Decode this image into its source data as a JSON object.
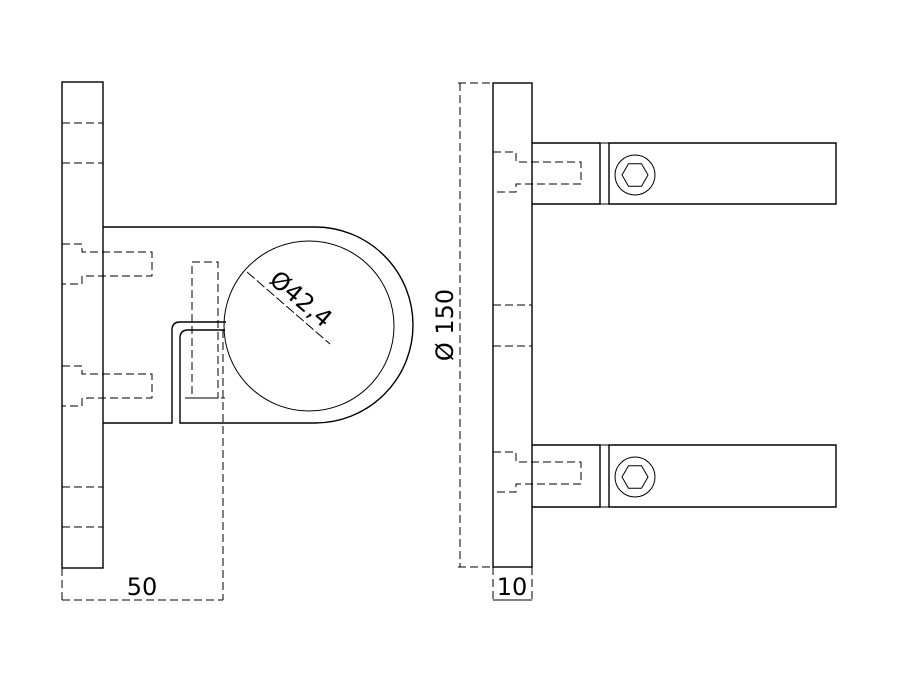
{
  "dimensions": {
    "length": "50",
    "pipe_diameter": "Ø42,4",
    "plate_diameter": "Ø 150",
    "plate_thickness": "10"
  },
  "line_color": "#000000"
}
